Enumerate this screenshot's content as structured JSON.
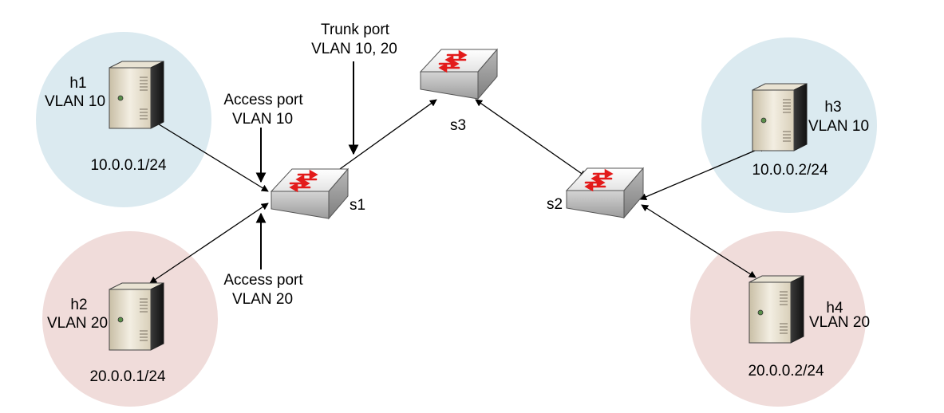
{
  "colors": {
    "vlan10_zone": "#dbeaf0",
    "vlan20_zone": "#f0dcda",
    "link": "#000000",
    "switch_arrow": "#e31b1b"
  },
  "hosts": [
    {
      "name": "h1",
      "vlan": "VLAN 10",
      "ip": "10.0.0.1/24"
    },
    {
      "name": "h2",
      "vlan": "VLAN 20",
      "ip": "20.0.0.1/24"
    },
    {
      "name": "h3",
      "vlan": "VLAN 10",
      "ip": "10.0.0.2/24"
    },
    {
      "name": "h4",
      "vlan": "VLAN 20",
      "ip": "20.0.0.2/24"
    }
  ],
  "switches": [
    {
      "name": "s1"
    },
    {
      "name": "s2"
    },
    {
      "name": "s3"
    }
  ],
  "annotations": {
    "trunk": {
      "line1": "Trunk port",
      "line2": "VLAN 10, 20"
    },
    "access10": {
      "line1": "Access port",
      "line2": "VLAN 10"
    },
    "access20": {
      "line1": "Access port",
      "line2": "VLAN 20"
    }
  },
  "icons": {
    "host": "server-tower-icon",
    "switch": "network-switch-icon"
  }
}
